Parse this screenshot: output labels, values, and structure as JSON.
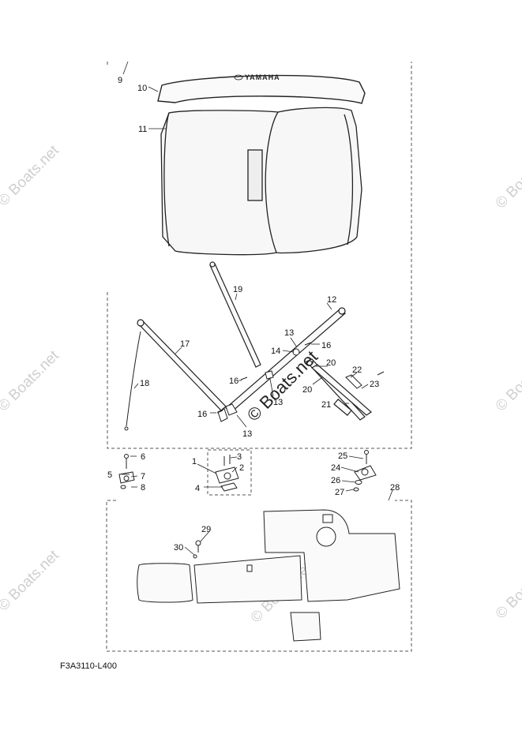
{
  "diagram": {
    "brand_text": "YAMAHA",
    "figure_code": "F3A3110-L400",
    "watermark_small": "© Boats.net",
    "watermark_center": "© Boats.net",
    "callouts": {
      "c1": "1",
      "c2": "2",
      "c3": "3",
      "c4": "4",
      "c5": "5",
      "c6": "6",
      "c7": "7",
      "c8": "8",
      "c9": "9",
      "c10": "10",
      "c11": "11",
      "c12": "12",
      "c13a": "13",
      "c13b": "13",
      "c13c": "13",
      "c14": "14",
      "c16a": "16",
      "c16b": "16",
      "c16c": "16",
      "c17": "17",
      "c18": "18",
      "c19": "19",
      "c20a": "20",
      "c20b": "20",
      "c21": "21",
      "c22": "22",
      "c23": "23",
      "c24": "24",
      "c25": "25",
      "c26": "26",
      "c27": "27",
      "c28": "28",
      "c29": "29",
      "c30": "30"
    }
  }
}
